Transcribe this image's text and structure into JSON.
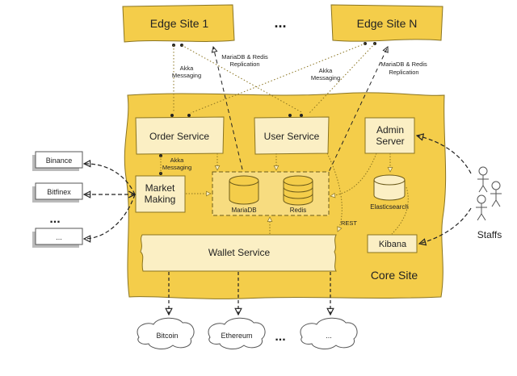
{
  "colors": {
    "site_fill": "#f4cd4a",
    "site_stroke": "#8a7420",
    "box_fill": "#fbefc4",
    "db_fill": "#f4cd4a",
    "line": "#222222",
    "dotted": "#8a7420"
  },
  "edge_sites": [
    {
      "label": "Edge Site 1"
    },
    {
      "label": "Edge Site N"
    }
  ],
  "edge_ellipsis": "...",
  "links": {
    "akka_1": [
      "Akka",
      "Messaging"
    ],
    "repl_1": [
      "MariaDB & Redis",
      "Replication"
    ],
    "akka_n": [
      "Akka",
      "Messaging"
    ],
    "repl_n": [
      "MariaDB & Redis",
      "Replication"
    ],
    "akka_internal": [
      "Akka",
      "Messaging"
    ],
    "rest": "REST"
  },
  "core_site": {
    "label": "Core Site",
    "services": {
      "order": "Order Service",
      "user": "User Service",
      "admin": [
        "Admin",
        "Server"
      ],
      "market": [
        "Market",
        "Making"
      ],
      "wallet": "Wallet Service",
      "kibana": "Kibana"
    },
    "datastores": {
      "mariadb": "MariaDB",
      "redis": "Redis",
      "elasticsearch": "Elasticsearch"
    }
  },
  "exchanges": [
    {
      "label": "Binance"
    },
    {
      "label": "Bitfinex"
    },
    {
      "label": "..."
    }
  ],
  "exchanges_ellipsis": "...",
  "blockchains": [
    {
      "label": "Bitcoin"
    },
    {
      "label": "Ethereum"
    },
    {
      "label": "..."
    }
  ],
  "blockchains_ellipsis": "...",
  "staff": {
    "label": "Staffs"
  }
}
